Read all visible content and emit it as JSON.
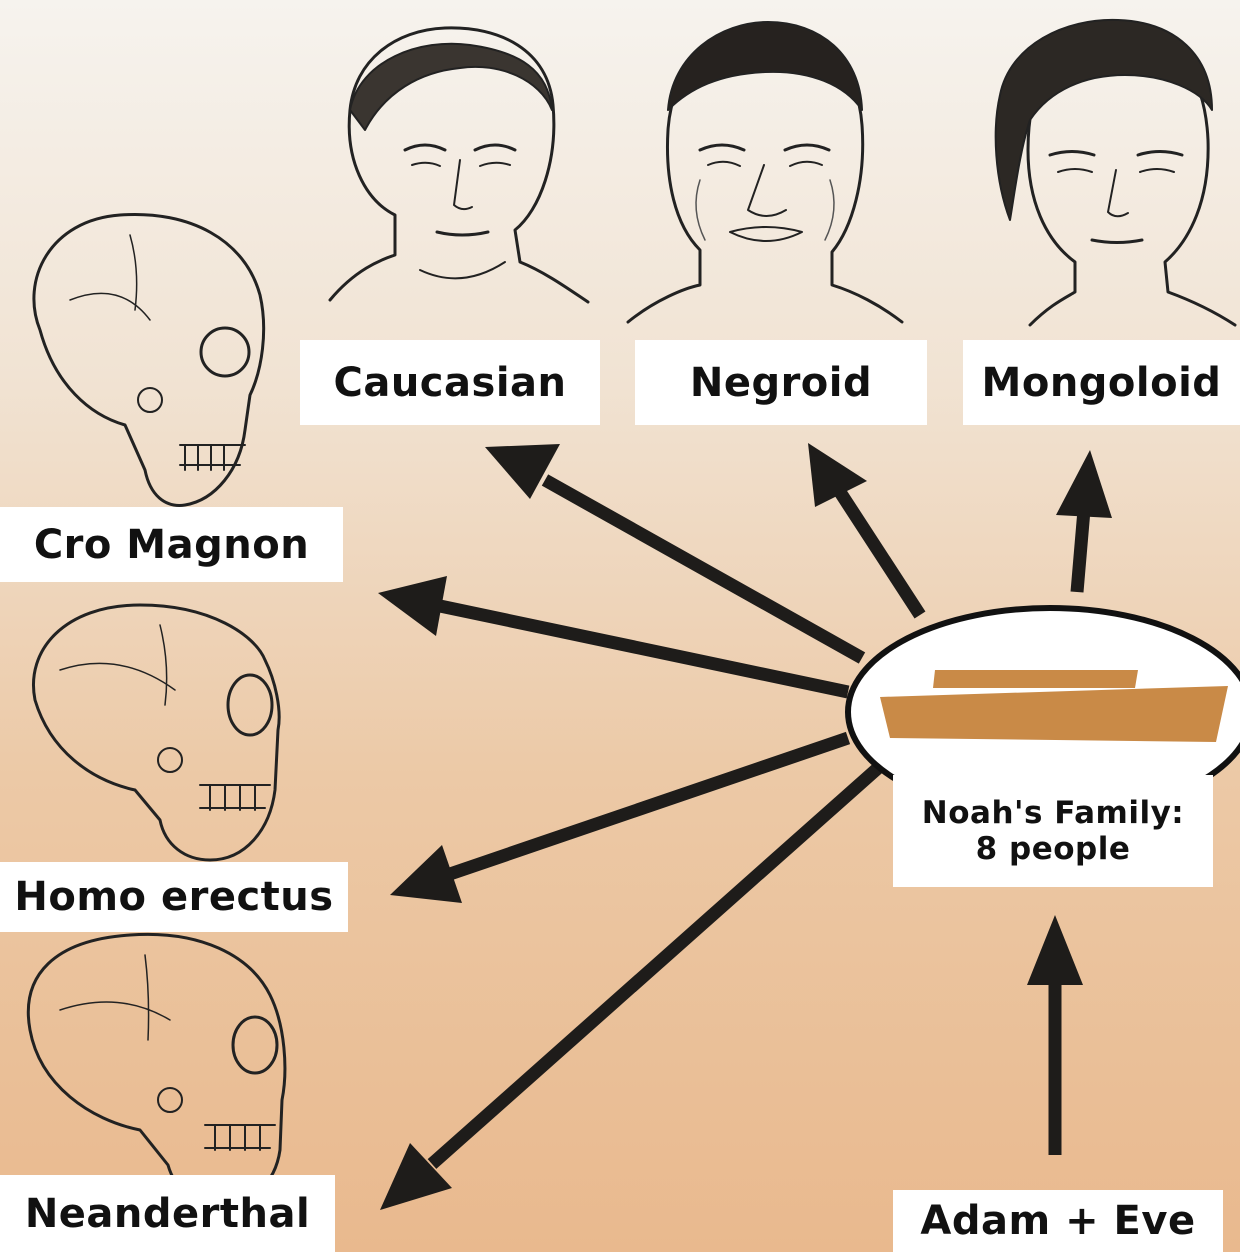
{
  "labels": {
    "caucasian": "Caucasian",
    "negroid": "Negroid",
    "mongoloid": "Mongoloid",
    "cro_magnon": "Cro Magnon",
    "homo_erectus": "Homo erectus",
    "neanderthal": "Neanderthal",
    "noah_line1": "Noah's Family:",
    "noah_line2": "8 people",
    "adam_eve": "Adam + Eve"
  },
  "colors": {
    "arrow": "#1e1c1a",
    "ark": "#c98a47",
    "label_bg": "#ffffff"
  }
}
